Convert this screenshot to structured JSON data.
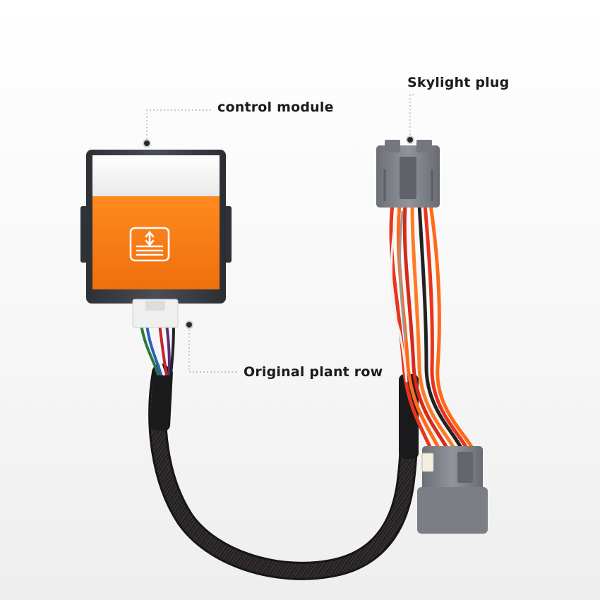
{
  "callouts": {
    "control_module": "control module",
    "skylight_plug": "Skylight plug",
    "original_plant_row": "Original plant row"
  },
  "colors": {
    "module_orange": "#f57a13",
    "module_housing": "#3a3d42",
    "connector_gray": "#7d8187",
    "wire_red": "#e8351c",
    "wire_orange": "#ff6a1a",
    "sleeve_black": "#1c1c1f",
    "leader_line": "#b5b5b5"
  },
  "icons": {
    "module_symbol": "sunroof-up-down-icon"
  }
}
